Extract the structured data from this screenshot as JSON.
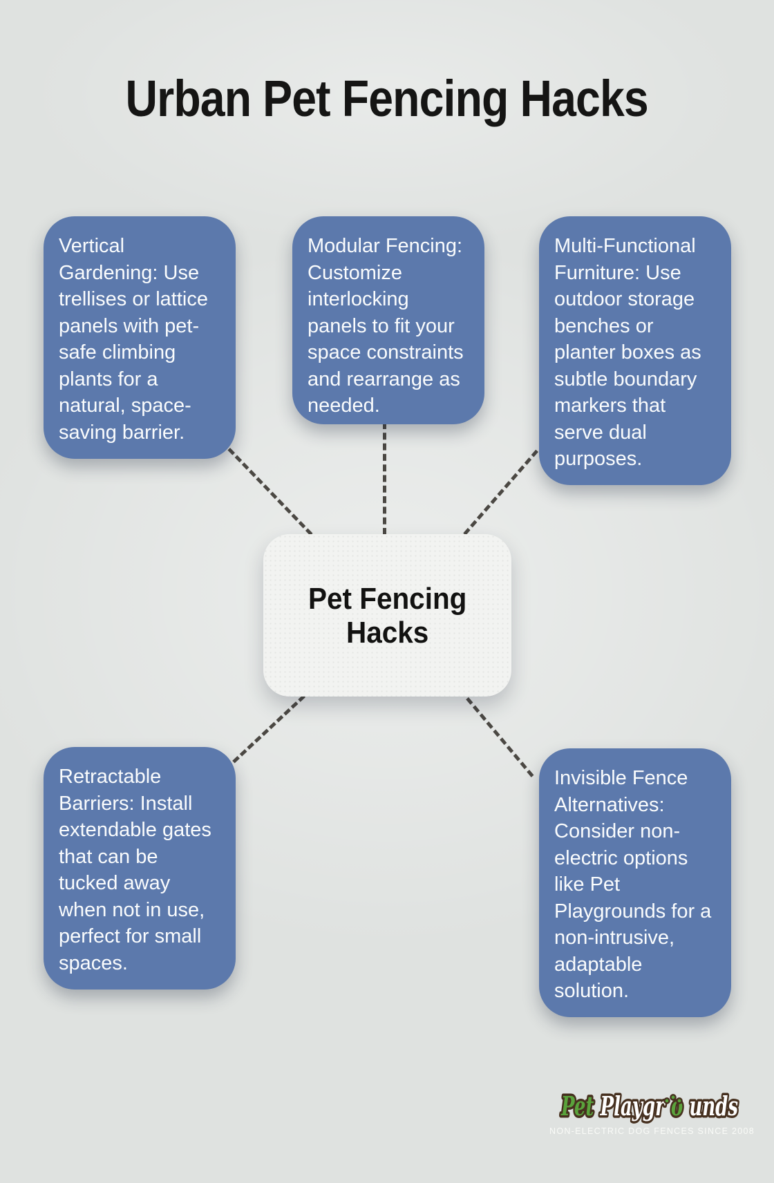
{
  "title": "Urban Pet Fencing Hacks",
  "center": {
    "label": "Pet Fencing\nHacks"
  },
  "boxes": [
    {
      "id": "vertical-gardening",
      "text": "Vertical\nGardening: Use\ntrellises or lattice\npanels with pet-\nsafe climbing\nplants for a\nnatural, space-\nsaving barrier."
    },
    {
      "id": "modular-fencing",
      "text": "Modular Fencing:\nCustomize\ninterlocking\npanels to fit your\nspace constraints\nand rearrange as\nneeded."
    },
    {
      "id": "multi-functional-furniture",
      "text": "Multi-Functional\nFurniture: Use\noutdoor storage\nbenches or\nplanter boxes as\nsubtle boundary\nmarkers that\nserve dual\npurposes."
    },
    {
      "id": "retractable-barriers",
      "text": "Retractable\nBarriers: Install\nextendable gates\nthat can be\ntucked away\nwhen not in use,\nperfect for small\nspaces."
    },
    {
      "id": "invisible-fence-alternatives",
      "text": "Invisible Fence\nAlternatives:\nConsider non-\nelectric options\nlike Pet\nPlaygrounds for a\nnon-intrusive,\nadaptable\nsolution."
    }
  ],
  "logo": {
    "brand_part1": "Pet",
    "brand_part2a": "Playgr",
    "brand_part2b": "o",
    "brand_part2c": "unds",
    "tagline": "NON-ELECTRIC DOG FENCES SINCE 2008"
  },
  "colors": {
    "background": "#dfe2e0",
    "box_blue": "#5c79ac",
    "box_text": "#fafcfd",
    "central_fill": "#f2f3f1",
    "central_text": "#121211",
    "connector_dash": "#4b4843",
    "title_text": "#151514",
    "logo_green": "#5aa33c",
    "logo_outline_brown": "#46301f",
    "logo_white": "#ffffff"
  }
}
